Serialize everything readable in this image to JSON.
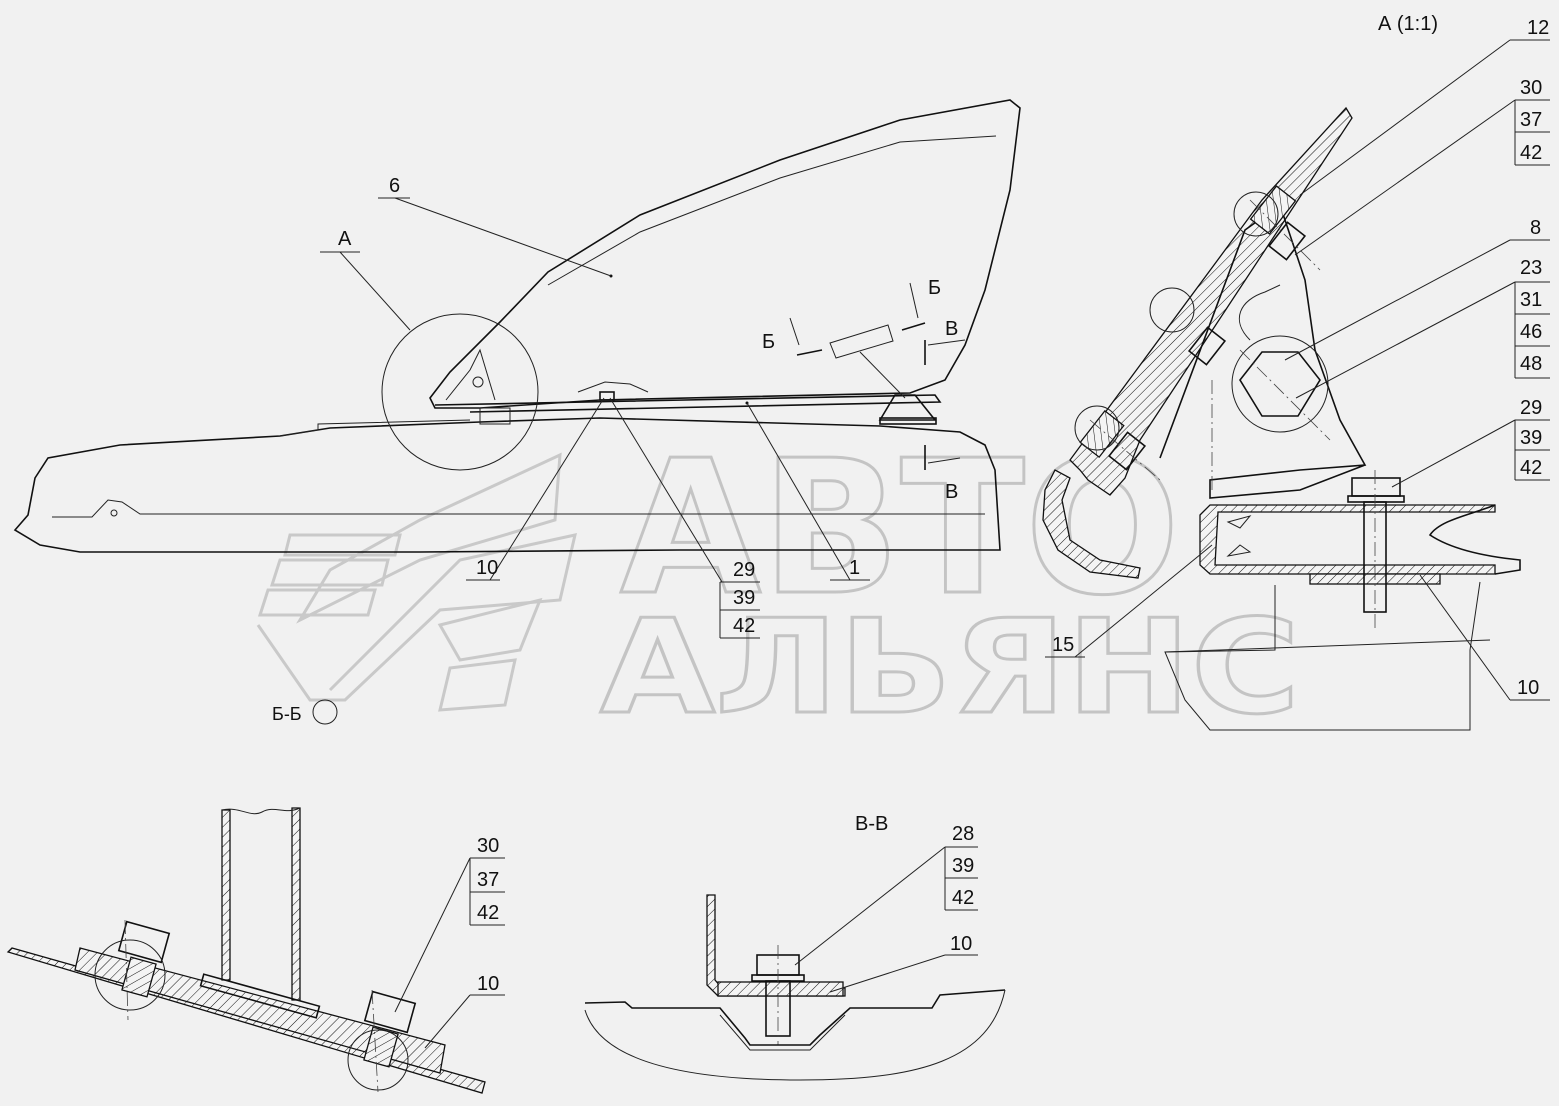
{
  "views": {
    "detail_a": "А (1:1)",
    "section_bb": "Б-Б",
    "section_vv": "В-В"
  },
  "cut_marks": {
    "b": "Б",
    "v": "В"
  },
  "leader_a": "А",
  "callouts": {
    "c6": "6",
    "c1": "1",
    "c10_main": "10",
    "stack_main": [
      "29",
      "39",
      "42"
    ],
    "c12": "12",
    "stack_detail_top": [
      "30",
      "37",
      "42"
    ],
    "c8": "8",
    "stack_detail_mid": [
      "23",
      "31",
      "46",
      "48"
    ],
    "stack_detail_right": [
      "29",
      "39",
      "42"
    ],
    "c15": "15",
    "c10_detail": "10",
    "stack_bb": [
      "30",
      "37",
      "42"
    ],
    "c10_bb": "10",
    "stack_vv": [
      "28",
      "39",
      "42"
    ],
    "c10_vv": "10"
  },
  "watermark": {
    "line1": "АВТО",
    "line2": "АЛЬЯНС"
  },
  "colors": {
    "background": "#f1f1f1",
    "line": "#111111",
    "watermark": "#c9c9c9"
  }
}
